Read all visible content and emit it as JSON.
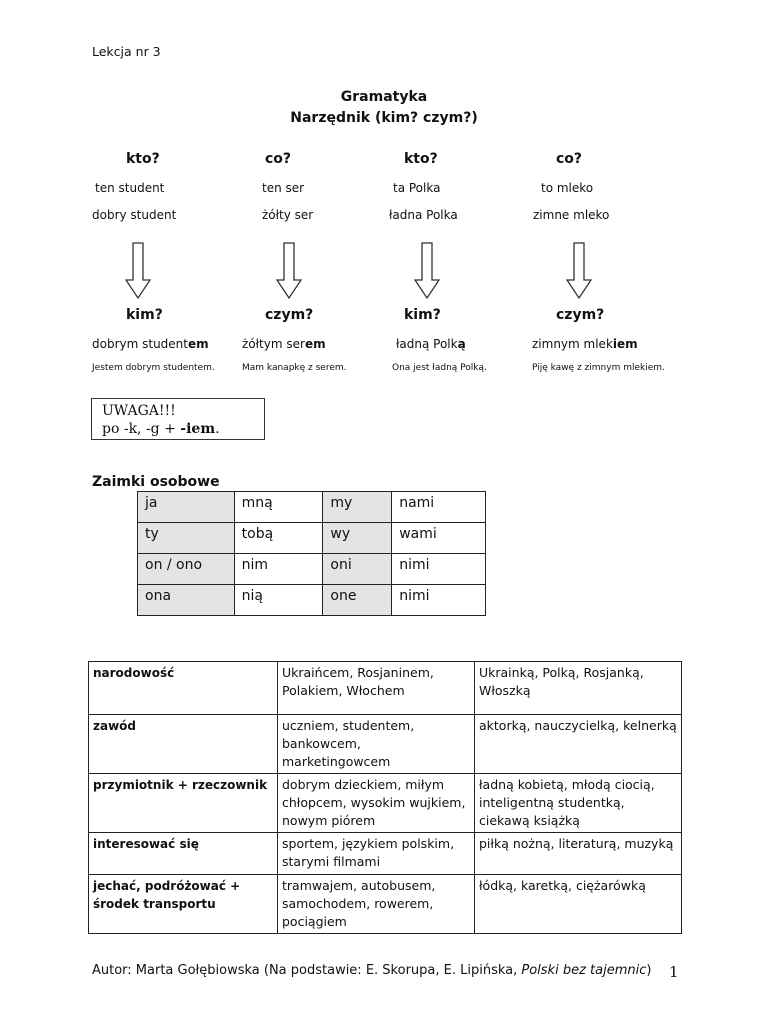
{
  "lesson": "Lekcja nr 3",
  "title_line1": "Gramatyka",
  "title_line2": "Narzędnik (kim? czym?)",
  "columns": [
    {
      "q": "kto?",
      "w1": "ten student",
      "w2": "dobry student",
      "q2": "kim?",
      "form": [
        "dobrym student",
        "em"
      ],
      "ex": "Jestem dobrym studentem."
    },
    {
      "q": "co?",
      "w1": "ten ser",
      "w2": "żółty ser",
      "q2": "czym?",
      "form": [
        "żółtym ser",
        "em"
      ],
      "ex": "Mam kanapkę z serem."
    },
    {
      "q": "kto?",
      "w1": "ta Polka",
      "w2": "ładna Polka",
      "q2": "kim?",
      "form": [
        "ładną Polk",
        "ą"
      ],
      "ex": "Ona jest ładną Polką."
    },
    {
      "q": "co?",
      "w1": "to mleko",
      "w2": "zimne mleko",
      "q2": "czym?",
      "form": [
        "zimnym mlek",
        "iem"
      ],
      "ex": "Piję kawę z zimnym mlekiem."
    }
  ],
  "uwaga": {
    "title": "UWAGA!!!",
    "text_pre": "po -k, -g + ",
    "text_bold": "-iem",
    "text_post": "."
  },
  "pronouns_title": "Zaimki osobowe",
  "pronouns": [
    [
      "ja",
      "mną",
      "my",
      "nami"
    ],
    [
      "ty",
      "tobą",
      "wy",
      "wami"
    ],
    [
      "on / ono",
      "nim",
      "oni",
      "nimi"
    ],
    [
      "ona",
      "nią",
      "one",
      "nimi"
    ]
  ],
  "usage": [
    {
      "label": "narodowość",
      "masc": "Ukraińcem, Rosjaninem, Polakiem, Włochem",
      "fem": "Ukrainką, Polką, Rosjanką, Włoszką"
    },
    {
      "label": "zawód",
      "masc": "uczniem, studentem, bankowcem, marketingowcem",
      "fem": "aktorką, nauczycielką, kelnerką"
    },
    {
      "label": "przymiotnik + rzeczownik",
      "masc": "dobrym dzieckiem, miłym chłopcem, wysokim wujkiem, nowym piórem",
      "fem": "ładną kobietą, młodą ciocią, inteligentną studentką, ciekawą książką"
    },
    {
      "label": "interesować się",
      "masc": "sportem, językiem polskim, starymi filmami",
      "fem": "piłką nożną, literaturą, muzyką"
    },
    {
      "label": "jechać, podróżować + środek transportu",
      "masc": "tramwajem, autobusem, samochodem, rowerem, pociągiem",
      "fem": "łódką, karetką, ciężarówką"
    }
  ],
  "footer": {
    "pre": "Autor: Marta Gołębiowska (Na podstawie: E. Skorupa, E. Lipińska, ",
    "italic": "Polski bez tajemnic",
    "post": ")"
  },
  "page_number": "1"
}
